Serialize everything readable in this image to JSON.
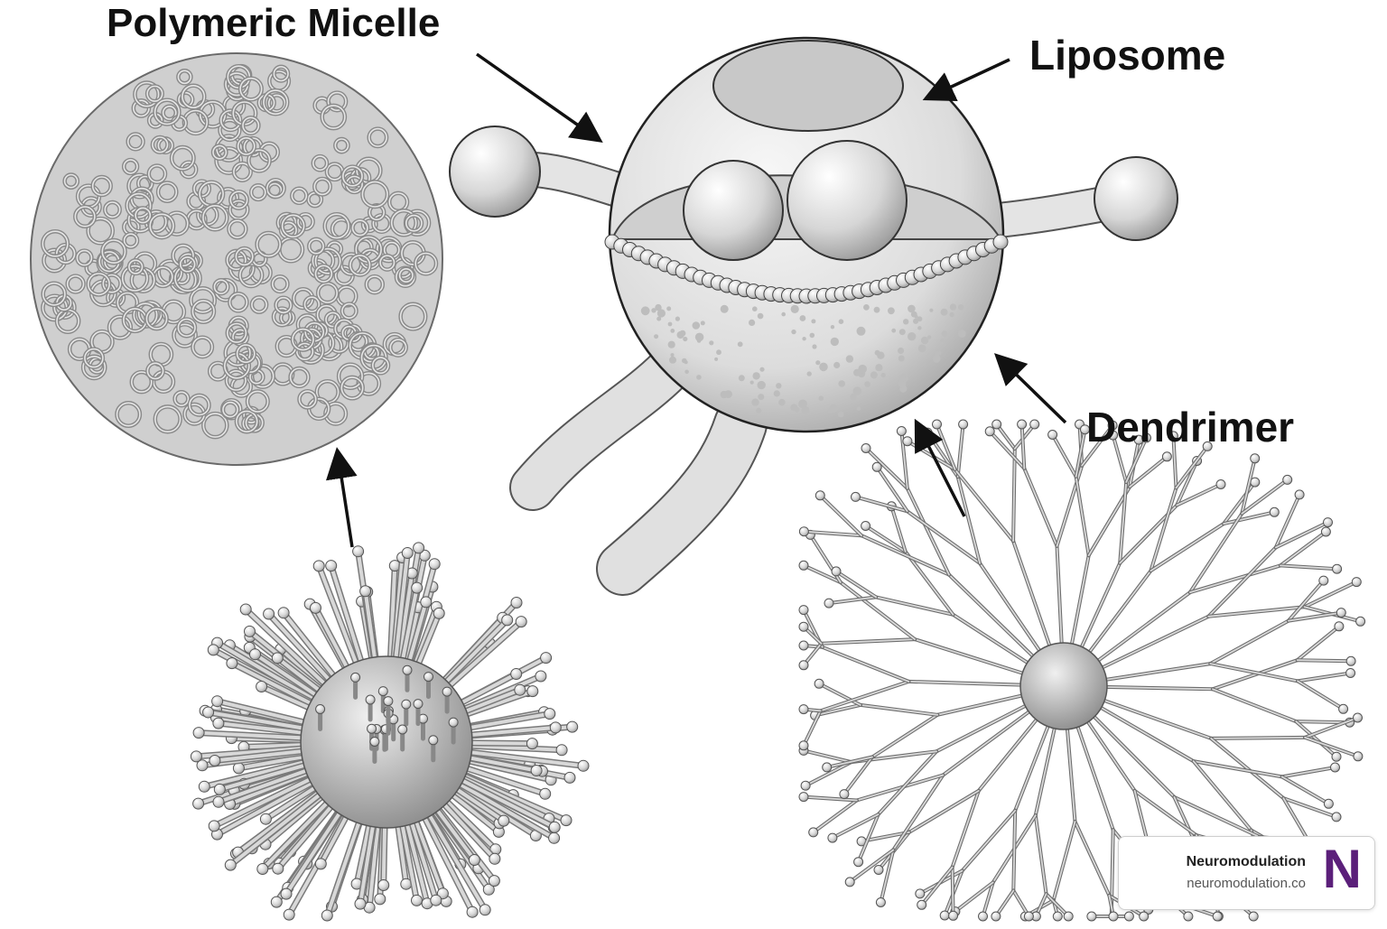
{
  "labels": {
    "polymeric_micelle": "Polymeric Micelle",
    "liposome": "Liposome",
    "dendrimer": "Dendrimer"
  },
  "brand": {
    "name": "Neuromodulation",
    "url": "neuromodulation.co",
    "logo_letter": "N",
    "logo_color": "#5b1f7a"
  },
  "colors": {
    "line": "#2a2a2a",
    "body_fill": "#e2e2e2",
    "spike": "#9a9a9a"
  }
}
